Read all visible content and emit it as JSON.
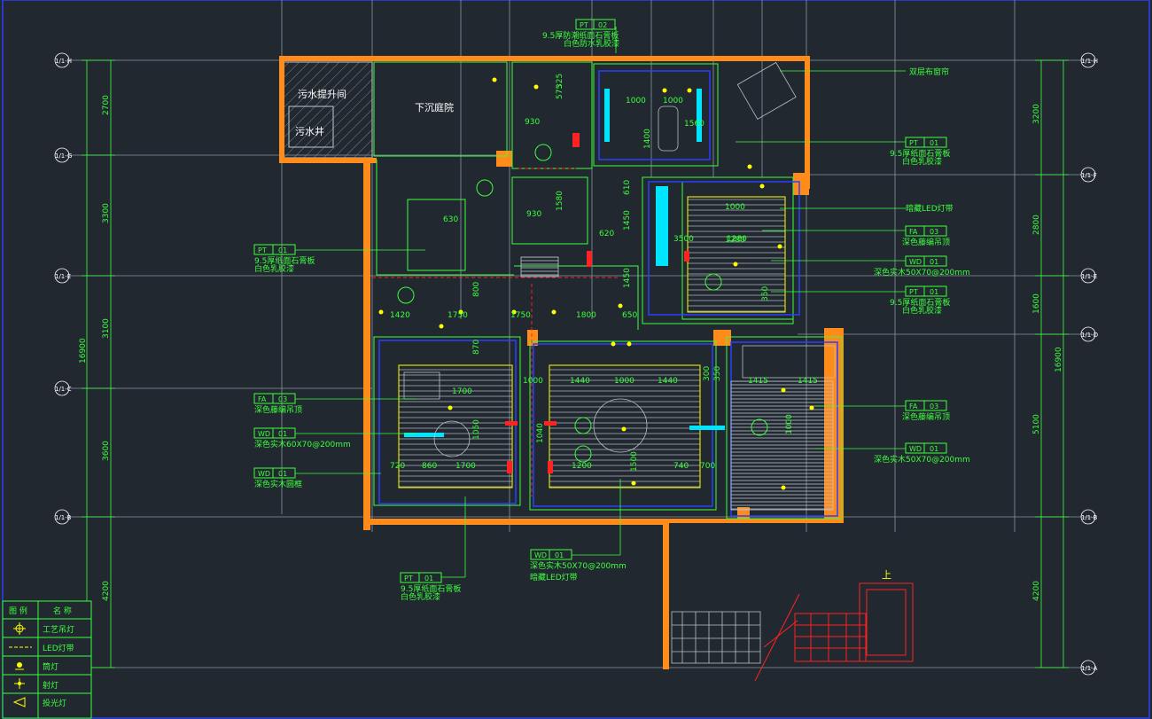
{
  "colors": {
    "background": "#212830",
    "wall": "#ff8c1a",
    "gridline": "#8a96a0",
    "green": "#3cff3c",
    "cyan": "#00e5ff",
    "red": "#ff2222",
    "blue": "#2a40ff",
    "white": "#ffffff"
  },
  "rooms": {
    "sewage_shaft": "污水提升间",
    "sewage_well": "污水井",
    "sunken_yard": "下沉庭院"
  },
  "grid": {
    "labels": [
      "1/1-H",
      "1/1-G",
      "1/1-E",
      "1/1-C",
      "1/1-B",
      "1/1-A",
      "1/1-F",
      "1/1-D"
    ]
  },
  "dims": {
    "left_outer": "16900",
    "left_segments": [
      "2700",
      "3300",
      "3100",
      "3600",
      "4200"
    ],
    "right_outer": "16900",
    "right_segments": [
      "3200",
      "2800",
      "1600",
      "5100",
      "4200"
    ],
    "row_a": [
      "1420",
      "1750",
      "1750",
      "1800",
      "650"
    ],
    "misc": [
      "930",
      "575",
      "325",
      "930",
      "1580",
      "630",
      "1450",
      "610",
      "1000",
      "1000",
      "1560",
      "1400",
      "620",
      "1450",
      "800",
      "870",
      "1000",
      "1280",
      "1280",
      "1000",
      "1050",
      "1440",
      "1000",
      "1440",
      "350",
      "300",
      "350",
      "1415",
      "1415",
      "1700",
      "1000",
      "1200",
      "740",
      "700",
      "720",
      "860",
      "1040",
      "1500",
      "1700",
      "3500"
    ]
  },
  "tags": [
    {
      "code": "PT",
      "num": "02",
      "l1": "9.5厚防潮纸面石膏板",
      "l2": "白色防水乳胶漆"
    },
    {
      "code": "PT",
      "num": "01",
      "l1": "9.5厚纸面石膏板",
      "l2": "白色乳胶漆"
    },
    {
      "code": "PT",
      "num": "01",
      "l1": "9.5厚纸面石膏板",
      "l2": "白色乳胶漆"
    },
    {
      "code": "FA",
      "num": "03",
      "l1": "深色藤编吊顶",
      "l2": ""
    },
    {
      "code": "WD",
      "num": "01",
      "l1": "深色实木50X70@200mm",
      "l2": ""
    },
    {
      "code": "PT",
      "num": "01",
      "l1": "9.5厚纸面石膏板",
      "l2": "白色乳胶漆"
    },
    {
      "code": "FA",
      "num": "03",
      "l1": "深色藤编吊顶",
      "l2": ""
    },
    {
      "code": "WD",
      "num": "01",
      "l1": "深色实木60X70@200mm",
      "l2": ""
    },
    {
      "code": "WD",
      "num": "01",
      "l1": "深色实木圆框",
      "l2": ""
    },
    {
      "code": "FA",
      "num": "03",
      "l1": "深色藤编吊顶",
      "l2": ""
    },
    {
      "code": "WD",
      "num": "01",
      "l1": "深色实木50X70@200mm",
      "l2": ""
    },
    {
      "code": "WD",
      "num": "01",
      "l1": "深色实木50X70@200mm",
      "l2": "暗藏LED灯带"
    },
    {
      "code": "PT",
      "num": "01",
      "l1": "9.5厚纸面石膏板",
      "l2": "白色乳胶漆"
    }
  ],
  "notes": {
    "curtain": "双层布窗帘",
    "led": "暗藏LED灯带",
    "up": "上"
  },
  "legend": {
    "header_icon": "图 例",
    "header_name": "名 称",
    "items": [
      {
        "icon": "chandelier-icon",
        "name": "工艺吊灯"
      },
      {
        "icon": "led-strip-icon",
        "name": "LED灯带"
      },
      {
        "icon": "downlight-icon",
        "name": "筒灯"
      },
      {
        "icon": "spotlight-icon",
        "name": "射灯"
      },
      {
        "icon": "projector-icon",
        "name": "投光灯"
      }
    ]
  }
}
